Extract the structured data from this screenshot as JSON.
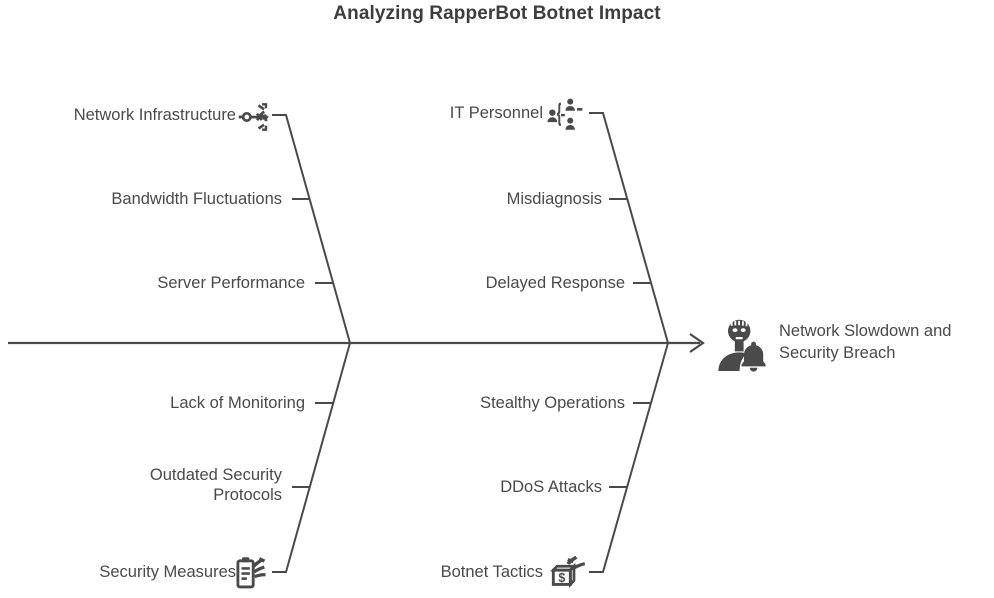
{
  "title": "Analyzing RapperBot Botnet Impact",
  "diagram": {
    "type": "fishbone",
    "line_color": "#4a4a4a",
    "text_color": "#4a4a4a",
    "title_color": "#3d3d3d",
    "background": "#ffffff"
  },
  "branches": {
    "upper_left": {
      "head_label": "Network Infrastructure",
      "head_icon": "network-share-icon",
      "causes": [
        {
          "label": "Bandwidth Fluctuations"
        },
        {
          "label": "Server Performance"
        }
      ]
    },
    "lower_left": {
      "head_label": "Security Measures",
      "head_icon": "clipboard-checklist-hand-icon",
      "causes": [
        {
          "label": "Lack of Monitoring"
        },
        {
          "label": "Outdated Security\nProtocols"
        }
      ]
    },
    "upper_right": {
      "head_label": "IT Personnel",
      "head_icon": "org-chart-people-icon",
      "causes": [
        {
          "label": "Misdiagnosis"
        },
        {
          "label": "Delayed Response"
        }
      ]
    },
    "lower_right": {
      "head_label": "Botnet Tactics",
      "head_icon": "money-box-hand-icon",
      "causes": [
        {
          "label": "Stealthy Operations"
        },
        {
          "label": "DDoS Attacks"
        }
      ]
    }
  },
  "effect": {
    "label": "Network Slowdown and\nSecurity Breach",
    "icon": "hacker-alert-icon"
  }
}
